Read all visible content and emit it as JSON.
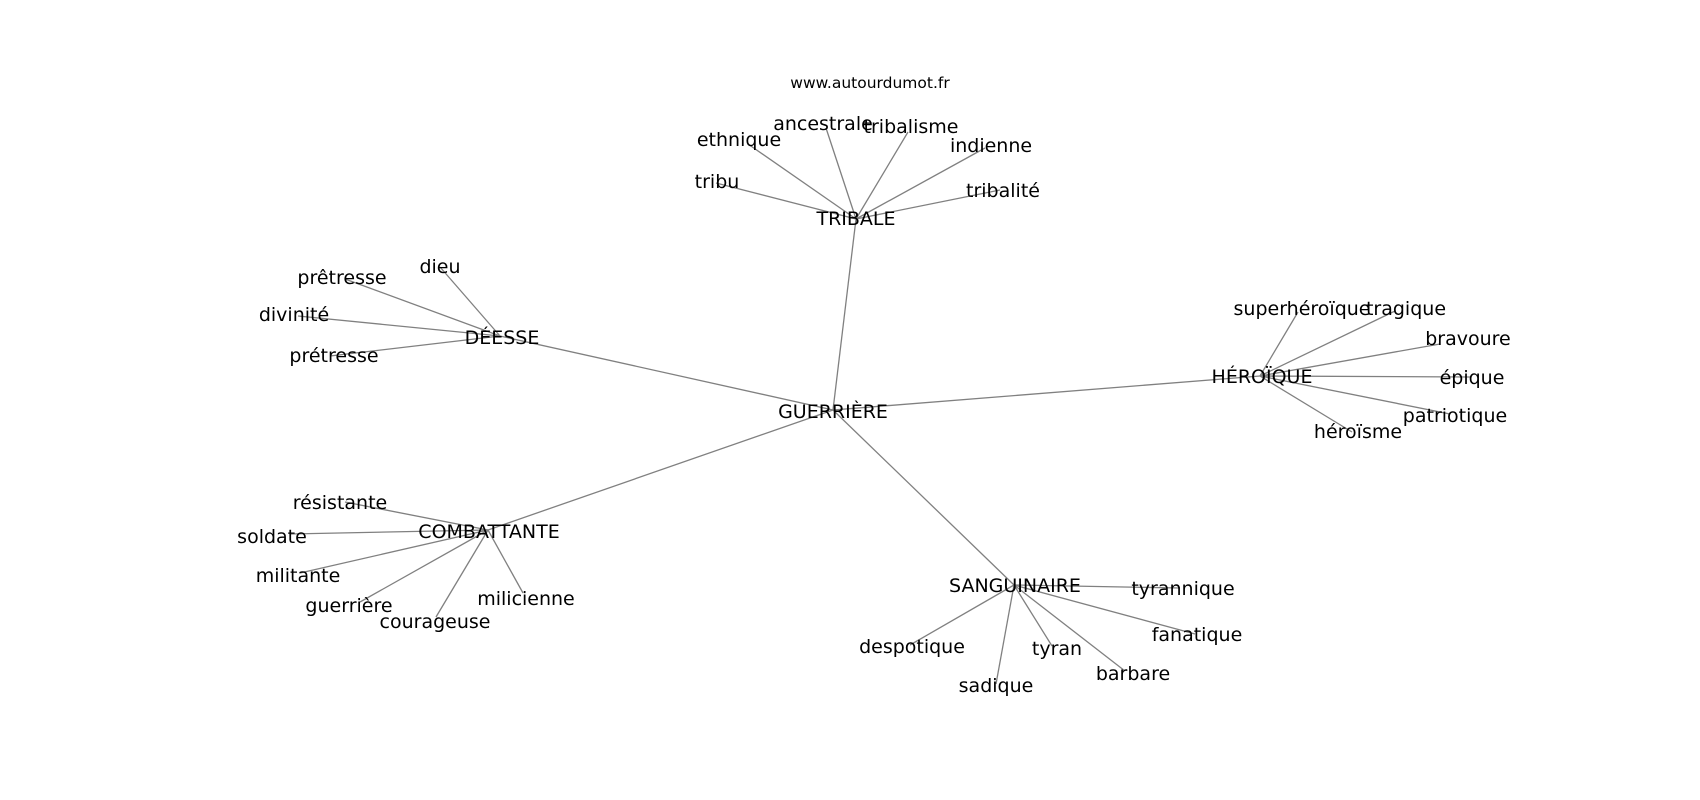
{
  "source_label": "www.autourdumot.fr",
  "center": {
    "id": "guerriere",
    "label": "GUERRIÈRE"
  },
  "clusters": [
    {
      "id": "tribale",
      "label": "TRIBALE",
      "words": [
        "ethnique",
        "ancestrale",
        "tribalisme",
        "indienne",
        "tribu",
        "tribalité"
      ]
    },
    {
      "id": "deesse",
      "label": "DÉESSE",
      "words": [
        "dieu",
        "prêtresse",
        "divinité",
        "prétresse"
      ]
    },
    {
      "id": "heroique",
      "label": "HÉROÏQUE",
      "words": [
        "superhéroïque",
        "tragique",
        "bravoure",
        "épique",
        "patriotique",
        "héroïsme"
      ]
    },
    {
      "id": "combattante",
      "label": "COMBATTANTE",
      "words": [
        "résistante",
        "soldate",
        "militante",
        "guerrière",
        "courageuse",
        "milicienne"
      ]
    },
    {
      "id": "sanguinaire",
      "label": "SANGUINAIRE",
      "words": [
        "tyrannique",
        "fanatique",
        "despotique",
        "tyran",
        "barbare",
        "sadique"
      ]
    }
  ]
}
